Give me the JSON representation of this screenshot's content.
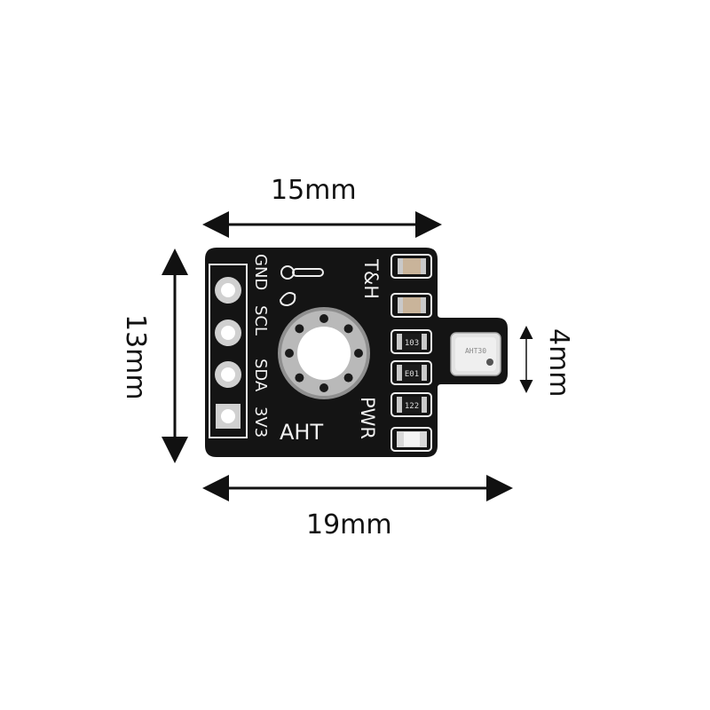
{
  "dimensions": {
    "top_width": "15mm",
    "height": "13mm",
    "total_width": "19mm",
    "sensor_height": "4mm"
  },
  "board": {
    "pin_labels": [
      "GND",
      "SCL",
      "SDA",
      "3V3"
    ],
    "label_th": "T&H",
    "label_aht": "AHT",
    "label_pwr": "PWR",
    "resistor_marks": [
      "103",
      "E01",
      "122"
    ],
    "sensor_chip": "AHT30"
  },
  "colors": {
    "background": "#ffffff",
    "pcb": "#141414",
    "silkscreen": "#f2f2f2",
    "arrow": "#111111",
    "pad_metal": "#c9c9c9"
  }
}
